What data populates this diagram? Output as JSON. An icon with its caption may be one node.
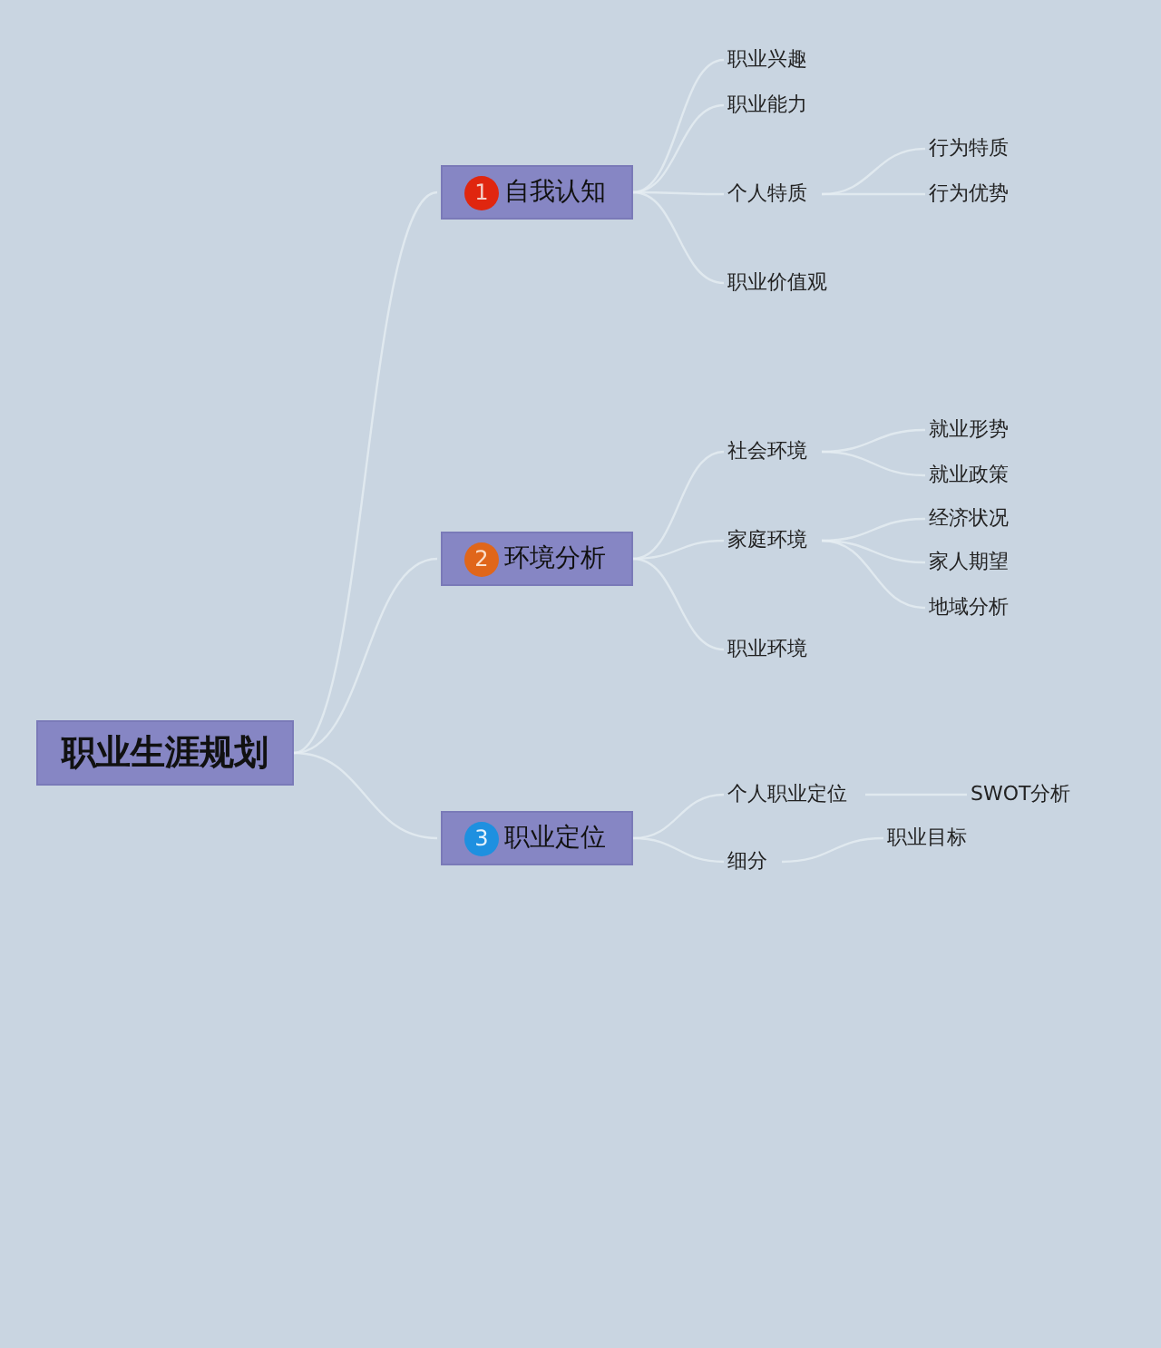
{
  "diagram": {
    "nodes": [
      {
        "text": [
          "职业生涯规划"
        ]
      },
      {
        "text": [
          "1",
          "自我认知"
        ]
      },
      {
        "text": [
          "职业兴趣"
        ]
      },
      {
        "text": [
          "职业能力"
        ]
      },
      {
        "text": [
          "个人特质"
        ]
      },
      {
        "text": [
          "行为特质"
        ]
      },
      {
        "text": [
          "行为优势"
        ]
      },
      {
        "text": [
          "职业价值观"
        ]
      },
      {
        "text": [
          "2",
          "环境分析"
        ]
      },
      {
        "text": [
          "社会环境"
        ]
      },
      {
        "text": [
          "就业形势"
        ]
      },
      {
        "text": [
          "就业政策"
        ]
      },
      {
        "text": [
          "家庭环境"
        ]
      },
      {
        "text": [
          "经济状况"
        ]
      },
      {
        "text": [
          "家人期望"
        ]
      },
      {
        "text": [
          "地域分析"
        ]
      },
      {
        "text": [
          "职业环境"
        ]
      },
      {
        "text": [
          "3",
          "职业定位"
        ]
      },
      {
        "text": [
          "个人职业定位"
        ]
      },
      {
        "text": [
          "SWOT分析"
        ]
      },
      {
        "text": [
          "细分"
        ]
      },
      {
        "text": [
          "职业目标"
        ]
      }
    ],
    "edges": [
      {
        "from": 0,
        "to": 1,
        "arrow": "none"
      },
      {
        "from": 0,
        "to": 8,
        "arrow": "none"
      },
      {
        "from": 0,
        "to": 17,
        "arrow": "none"
      },
      {
        "from": 1,
        "to": 2,
        "arrow": "none"
      },
      {
        "from": 1,
        "to": 3,
        "arrow": "none"
      },
      {
        "from": 1,
        "to": 4,
        "arrow": "none"
      },
      {
        "from": 1,
        "to": 7,
        "arrow": "none"
      },
      {
        "from": 4,
        "to": 5,
        "arrow": "none"
      },
      {
        "from": 4,
        "to": 6,
        "arrow": "none"
      },
      {
        "from": 8,
        "to": 9,
        "arrow": "none"
      },
      {
        "from": 8,
        "to": 12,
        "arrow": "none"
      },
      {
        "from": 8,
        "to": 16,
        "arrow": "none"
      },
      {
        "from": 9,
        "to": 10,
        "arrow": "none"
      },
      {
        "from": 9,
        "to": 11,
        "arrow": "none"
      },
      {
        "from": 12,
        "to": 13,
        "arrow": "none"
      },
      {
        "from": 12,
        "to": 14,
        "arrow": "none"
      },
      {
        "from": 12,
        "to": 15,
        "arrow": "none"
      },
      {
        "from": 17,
        "to": 18,
        "arrow": "none"
      },
      {
        "from": 17,
        "to": 20,
        "arrow": "none"
      },
      {
        "from": 18,
        "to": 19,
        "arrow": "none"
      },
      {
        "from": 20,
        "to": 21,
        "arrow": "none"
      }
    ]
  }
}
